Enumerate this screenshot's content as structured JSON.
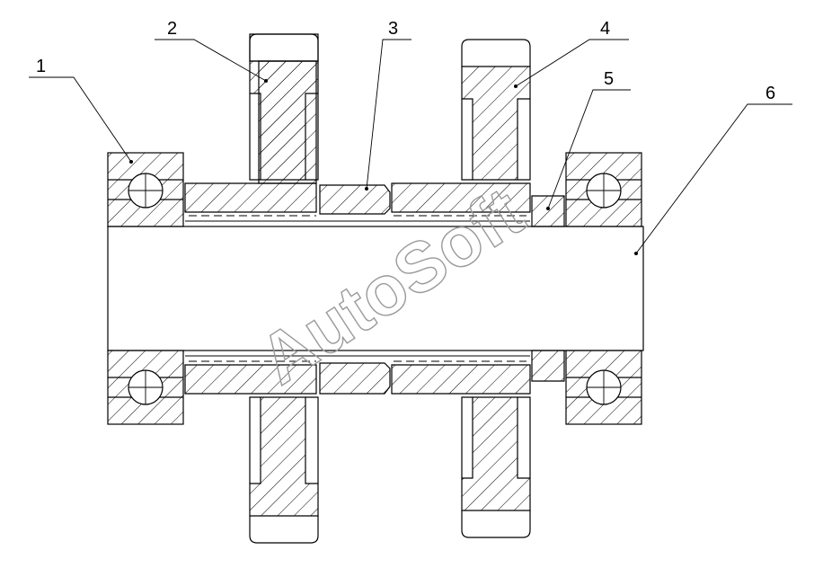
{
  "parts": [
    {
      "number": "1"
    },
    {
      "number": "2"
    },
    {
      "number": "3"
    },
    {
      "number": "4"
    },
    {
      "number": "5"
    },
    {
      "number": "6"
    }
  ],
  "watermark": "AutoSoft"
}
